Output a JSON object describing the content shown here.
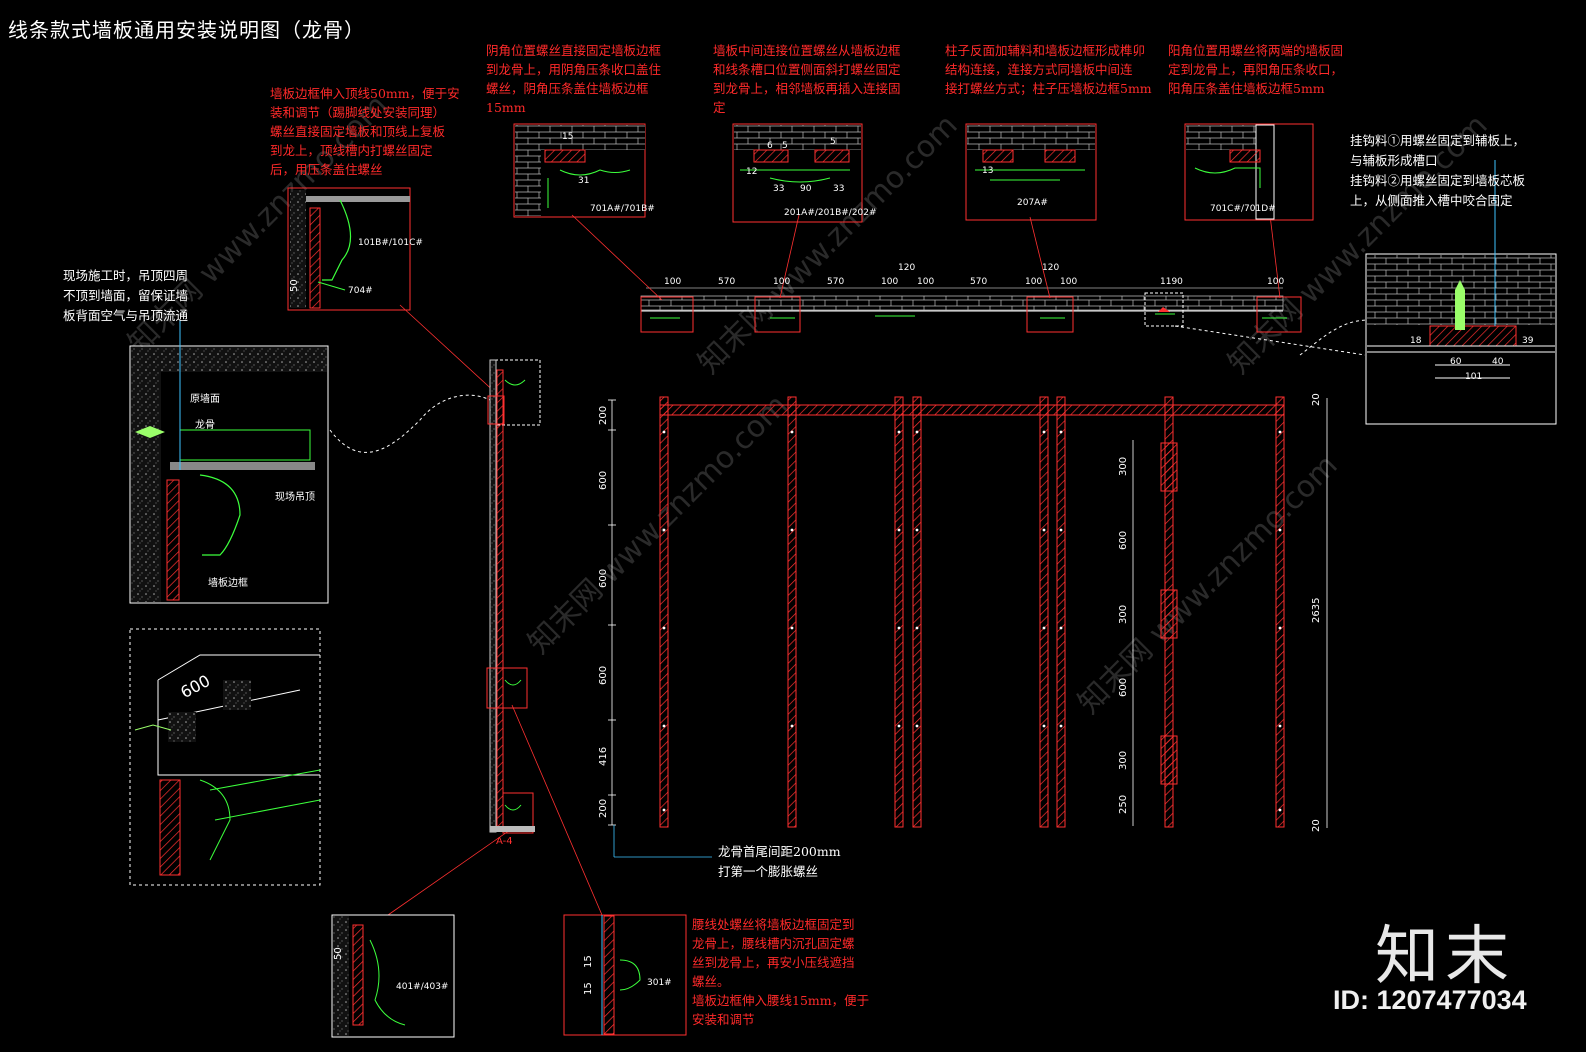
{
  "title": "线条款式墙板通用安装说明图（龙骨）",
  "notes": {
    "top_left": "墙板边框伸入顶线50mm，便于安\n装和调节（踢脚线处安装同理）\n螺丝直接固定墙板和顶线上复板\n到龙上，顶线槽内打螺丝固定\n后，用压条盖住螺丝",
    "inner_corner": "阴角位置螺丝直接固定墙板边框\n到龙骨上，用阴角压条收口盖住\n螺丝，阴角压条盖住墙板边框\n15mm",
    "middle_joint": "墙板中间连接位置螺丝从墙板边框\n和线条槽口位置侧面斜打螺丝固定\n到龙骨上，相邻墙板再插入连接固\n定",
    "column_back": "柱子反面加辅料和墙板边框形成榫卯\n结构连接，连接方式同墙板中间连\n接打螺丝方式；柱子压墙板边框5mm",
    "outer_corner": "阳角位置用螺丝将两端的墙板固\n定到龙骨上，再阳角压条收口，\n阳角压条盖住墙板边框5mm",
    "hanger": "挂钩料①用螺丝固定到辅板上，\n与辅板形成槽口\n挂钩料②用螺丝固定到墙板芯板\n上，从侧面推入槽中咬合固定",
    "ceiling": "现场施工时，吊顶四周\n不顶到墙面，留保证墙\n板背面空气与吊顶流通",
    "waist": "腰线处螺丝将墙板边框固定到\n龙骨上，腰线槽内沉孔固定螺\n丝到龙骨上，再安小压线遮挡\n螺丝。\n墙板边框伸入腰线15mm，便于\n安装和调节",
    "keel_spacing": "龙骨首尾间距200mm\n打第一个膨胀螺丝"
  },
  "labels": {
    "orig_wall": "原墙面",
    "keel": "龙骨",
    "site_ceiling": "现场吊顶",
    "panel_frame": "墙板边框",
    "section_mark": "A-4",
    "code_101": "101B#/101C#",
    "code_704": "704#",
    "code_701a": "701A#/701B#",
    "code_201": "201A#/201B#/202#",
    "code_207": "207A#",
    "code_701c": "701C#/701D#",
    "code_401": "401#/403#",
    "code_301": "301#",
    "iso_600": "600"
  },
  "dims": {
    "plan": [
      "100",
      "570",
      "100",
      "570",
      "100",
      "100",
      "570",
      "100",
      "100",
      "1190",
      "100"
    ],
    "plan_120a": "120",
    "plan_120b": "120",
    "left_v": [
      "200",
      "600",
      "600",
      "600",
      "416",
      "200"
    ],
    "right_v": [
      "300",
      "600",
      "300",
      "600",
      "300",
      "250"
    ],
    "total_h": "2635",
    "top_20": "20",
    "bot_20": "20",
    "d15": "15",
    "d31": "31",
    "d5a": "5",
    "d5b": "5",
    "d6": "6",
    "d12": "12",
    "d33a": "33",
    "d90": "90",
    "d33b": "33",
    "d13": "13",
    "d50a": "50",
    "d50b": "50",
    "d18": "18",
    "d60": "60",
    "d40": "40",
    "d101": "101",
    "d39": "39",
    "d15b": "15",
    "d15c": "15"
  },
  "watermark": "知末网 www.znzmo.com",
  "logo": "知末",
  "id_text": "ID: 1207477034"
}
